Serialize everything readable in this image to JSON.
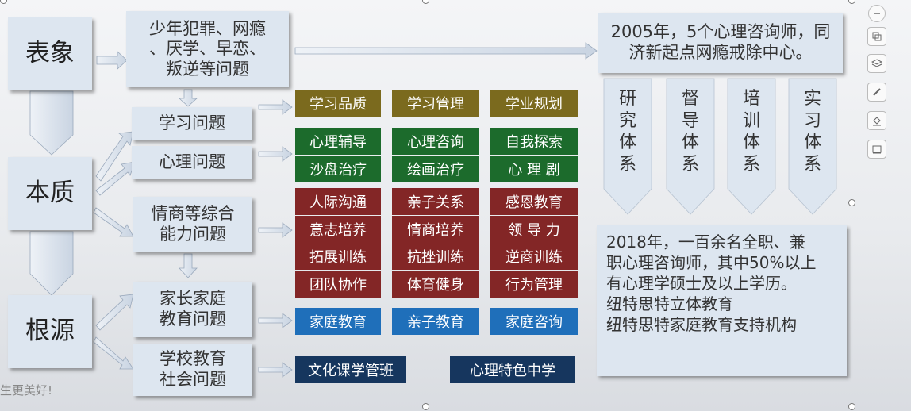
{
  "left": {
    "biaoxiang": "表象",
    "benzhi": "本质",
    "genyuan": "根源"
  },
  "middle": {
    "symptoms": [
      "少年犯罪、网瘾",
      "、厌学、早恋、",
      "叛逆等问题"
    ],
    "study": "学习问题",
    "psych": "心理问题",
    "eq": [
      "情商等综合",
      "能力问题"
    ],
    "family": [
      "家长家庭",
      "教育问题"
    ],
    "school": [
      "学校教育",
      "社会问题"
    ]
  },
  "solutions": {
    "study": [
      "学习品质",
      "学习管理",
      "学业规划"
    ],
    "psych": [
      "心理辅导",
      "心理咨询",
      "自我探索",
      "沙盘治疗",
      "绘画治疗",
      "心 理 剧"
    ],
    "eq": [
      "人际沟通",
      "亲子关系",
      "感恩教育",
      "意志培养",
      "情商培养",
      "领 导 力",
      "拓展训练",
      "抗挫训练",
      "逆商训练",
      "团队协作",
      "体育健身",
      "行为管理"
    ],
    "family": [
      "家庭教育",
      "亲子教育",
      "家庭咨询"
    ],
    "school": [
      "文化课学管班",
      "心理特色中学"
    ]
  },
  "right": {
    "top": [
      "2005年，5个心理咨询师，同",
      "济新起点网瘾戒除中心。"
    ],
    "systems": [
      "研究体系",
      "督导体系",
      "培训体系",
      "实习体系"
    ],
    "bottom": [
      "2018年，一百余名全职、兼",
      "职心理咨询师，其中50%以上",
      "有心理学硕士及以上学历。",
      "纽特思特立体教育",
      "纽特思特家庭教育支持机构"
    ]
  },
  "footer": "生更美好!",
  "colors": {
    "olive": "#7b6a1e",
    "green": "#1c6b2c",
    "red": "#832626",
    "blue": "#1f6fba",
    "navy": "#16365e",
    "box": "#dde6f0"
  },
  "toolbar_icons": [
    "minus-icon",
    "crop-icon",
    "layers-icon",
    "pen-icon",
    "fill-icon",
    "frame-icon"
  ]
}
